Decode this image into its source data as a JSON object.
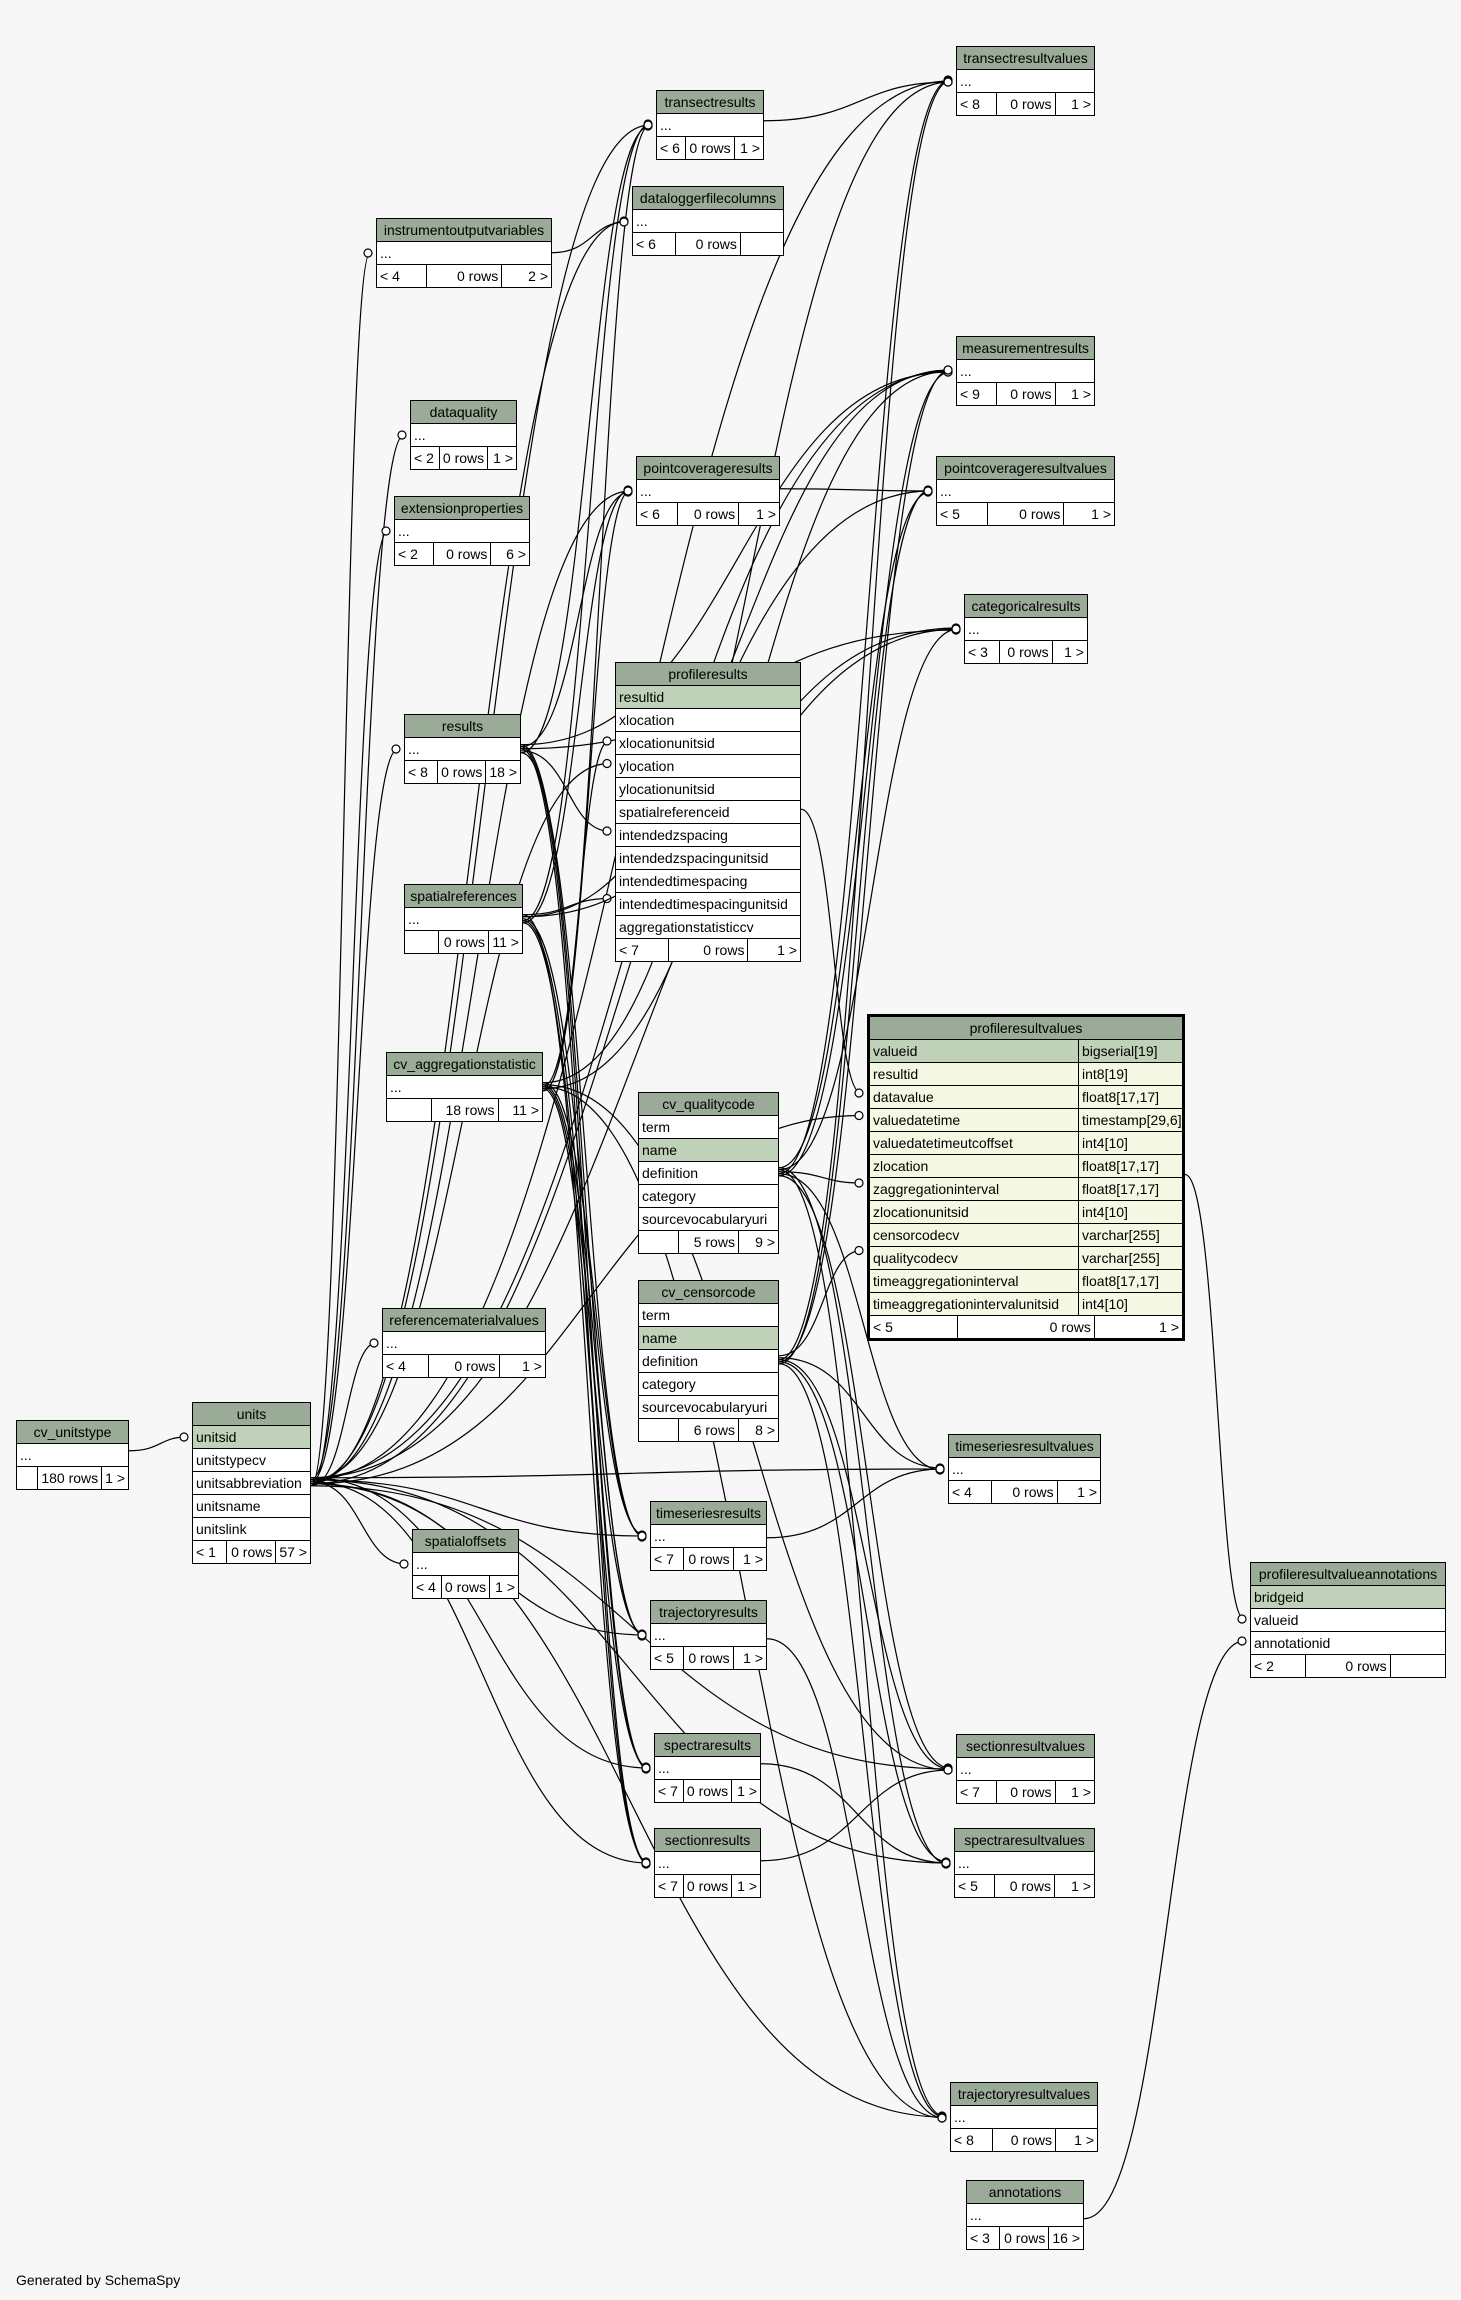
{
  "footer": "Generated by SchemaSpy",
  "tables": [
    {
      "id": "transectresultvalues",
      "name": "transectresultvalues",
      "cols": [
        {
          "t": "..."
        }
      ],
      "f": [
        "< 8",
        "0 rows",
        "1 >"
      ]
    },
    {
      "id": "transectresults",
      "name": "transectresults",
      "cols": [
        {
          "t": "..."
        }
      ],
      "f": [
        "< 6",
        "0 rows",
        "1 >"
      ]
    },
    {
      "id": "dataloggerfilecolumns",
      "name": "dataloggerfilecolumns",
      "cols": [
        {
          "t": "..."
        }
      ],
      "f": [
        "< 6",
        "0 rows",
        ""
      ]
    },
    {
      "id": "instrumentoutputvariables",
      "name": "instrumentoutputvariables",
      "cols": [
        {
          "t": "..."
        }
      ],
      "f": [
        "< 4",
        "0 rows",
        "2 >"
      ]
    },
    {
      "id": "measurementresults",
      "name": "measurementresults",
      "cols": [
        {
          "t": "..."
        }
      ],
      "f": [
        "< 9",
        "0 rows",
        "1 >"
      ]
    },
    {
      "id": "dataquality",
      "name": "dataquality",
      "cols": [
        {
          "t": "..."
        }
      ],
      "f": [
        "< 2",
        "0 rows",
        "1 >"
      ]
    },
    {
      "id": "pointcoverageresults",
      "name": "pointcoverageresults",
      "cols": [
        {
          "t": "..."
        }
      ],
      "f": [
        "< 6",
        "0 rows",
        "1 >"
      ]
    },
    {
      "id": "pointcoverageresultvalues",
      "name": "pointcoverageresultvalues",
      "cols": [
        {
          "t": "..."
        }
      ],
      "f": [
        "< 5",
        "0 rows",
        "1 >"
      ]
    },
    {
      "id": "extensionproperties",
      "name": "extensionproperties",
      "cols": [
        {
          "t": "..."
        }
      ],
      "f": [
        "< 2",
        "0 rows",
        "6 >"
      ]
    },
    {
      "id": "categoricalresults",
      "name": "categoricalresults",
      "cols": [
        {
          "t": "..."
        }
      ],
      "f": [
        "< 3",
        "0 rows",
        "1 >"
      ]
    },
    {
      "id": "profileresults",
      "name": "profileresults",
      "cols": [
        {
          "t": "resultid",
          "k": "pk"
        },
        {
          "t": "xlocation"
        },
        {
          "t": "xlocationunitsid"
        },
        {
          "t": "ylocation"
        },
        {
          "t": "ylocationunitsid"
        },
        {
          "t": "spatialreferenceid"
        },
        {
          "t": "intendedzspacing"
        },
        {
          "t": "intendedzspacingunitsid"
        },
        {
          "t": "intendedtimespacing"
        },
        {
          "t": "intendedtimespacingunitsid"
        },
        {
          "t": "aggregationstatisticcv"
        }
      ],
      "f": [
        "< 7",
        "0 rows",
        "1 >"
      ]
    },
    {
      "id": "results",
      "name": "results",
      "cols": [
        {
          "t": "..."
        }
      ],
      "f": [
        "< 8",
        "0 rows",
        "18 >"
      ]
    },
    {
      "id": "spatialreferences",
      "name": "spatialreferences",
      "cols": [
        {
          "t": "..."
        }
      ],
      "f": [
        "",
        "0 rows",
        "11 >"
      ]
    },
    {
      "id": "profileresultvalues",
      "name": "profileresultvalues",
      "focus": true,
      "cols": [
        {
          "t": "valueid",
          "ty": "bigserial[19]",
          "k": "pk"
        },
        {
          "t": "resultid",
          "ty": "int8[19]",
          "k": "fk"
        },
        {
          "t": "datavalue",
          "ty": "float8[17,17]",
          "k": "fk"
        },
        {
          "t": "valuedatetime",
          "ty": "timestamp[29,6]",
          "k": "fk"
        },
        {
          "t": "valuedatetimeutcoffset",
          "ty": "int4[10]",
          "k": "fk"
        },
        {
          "t": "zlocation",
          "ty": "float8[17,17]",
          "k": "fk"
        },
        {
          "t": "zaggregationinterval",
          "ty": "float8[17,17]",
          "k": "fk"
        },
        {
          "t": "zlocationunitsid",
          "ty": "int4[10]",
          "k": "fk"
        },
        {
          "t": "censorcodecv",
          "ty": "varchar[255]",
          "k": "fk"
        },
        {
          "t": "qualitycodecv",
          "ty": "varchar[255]",
          "k": "fk"
        },
        {
          "t": "timeaggregationinterval",
          "ty": "float8[17,17]",
          "k": "fk"
        },
        {
          "t": "timeaggregationintervalunitsid",
          "ty": "int4[10]",
          "k": "fk"
        }
      ],
      "f": [
        "< 5",
        "0 rows",
        "1 >"
      ]
    },
    {
      "id": "cv_aggregationstatistic",
      "name": "cv_aggregationstatistic",
      "cols": [
        {
          "t": "..."
        }
      ],
      "f": [
        "",
        "18 rows",
        "11 >"
      ]
    },
    {
      "id": "cv_qualitycode",
      "name": "cv_qualitycode",
      "cols": [
        {
          "t": "term"
        },
        {
          "t": "name",
          "k": "pk"
        },
        {
          "t": "definition"
        },
        {
          "t": "category"
        },
        {
          "t": "sourcevocabularyuri"
        }
      ],
      "f": [
        "",
        "5 rows",
        "9 >"
      ]
    },
    {
      "id": "cv_censorcode",
      "name": "cv_censorcode",
      "cols": [
        {
          "t": "term"
        },
        {
          "t": "name",
          "k": "pk"
        },
        {
          "t": "definition"
        },
        {
          "t": "category"
        },
        {
          "t": "sourcevocabularyuri"
        }
      ],
      "f": [
        "",
        "6 rows",
        "8 >"
      ]
    },
    {
      "id": "referencematerialvalues",
      "name": "referencematerialvalues",
      "cols": [
        {
          "t": "..."
        }
      ],
      "f": [
        "< 4",
        "0 rows",
        "1 >"
      ]
    },
    {
      "id": "cv_unitstype",
      "name": "cv_unitstype",
      "cols": [
        {
          "t": "..."
        }
      ],
      "f": [
        "",
        "180 rows",
        "1 >"
      ]
    },
    {
      "id": "units",
      "name": "units",
      "cols": [
        {
          "t": "unitsid",
          "k": "pk"
        },
        {
          "t": "unitstypecv"
        },
        {
          "t": "unitsabbreviation"
        },
        {
          "t": "unitsname"
        },
        {
          "t": "unitslink"
        }
      ],
      "f": [
        "< 1",
        "0 rows",
        "57 >"
      ]
    },
    {
      "id": "timeseriesresultvalues",
      "name": "timeseriesresultvalues",
      "cols": [
        {
          "t": "..."
        }
      ],
      "f": [
        "< 4",
        "0 rows",
        "1 >"
      ]
    },
    {
      "id": "profileresultvalueannotations",
      "name": "profileresultvalueannotations",
      "cols": [
        {
          "t": "bridgeid",
          "k": "pk"
        },
        {
          "t": "valueid"
        },
        {
          "t": "annotationid"
        }
      ],
      "f": [
        "< 2",
        "0 rows",
        ""
      ]
    },
    {
      "id": "timeseriesresults",
      "name": "timeseriesresults",
      "cols": [
        {
          "t": "..."
        }
      ],
      "f": [
        "< 7",
        "0 rows",
        "1 >"
      ]
    },
    {
      "id": "spatialoffsets",
      "name": "spatialoffsets",
      "cols": [
        {
          "t": "..."
        }
      ],
      "f": [
        "< 4",
        "0 rows",
        "1 >"
      ]
    },
    {
      "id": "trajectoryresults",
      "name": "trajectoryresults",
      "cols": [
        {
          "t": "..."
        }
      ],
      "f": [
        "< 5",
        "0 rows",
        "1 >"
      ]
    },
    {
      "id": "sectionresultvalues",
      "name": "sectionresultvalues",
      "cols": [
        {
          "t": "..."
        }
      ],
      "f": [
        "< 7",
        "0 rows",
        "1 >"
      ]
    },
    {
      "id": "spectraresults",
      "name": "spectraresults",
      "cols": [
        {
          "t": "..."
        }
      ],
      "f": [
        "< 7",
        "0 rows",
        "1 >"
      ]
    },
    {
      "id": "spectraresultvalues",
      "name": "spectraresultvalues",
      "cols": [
        {
          "t": "..."
        }
      ],
      "f": [
        "< 5",
        "0 rows",
        "1 >"
      ]
    },
    {
      "id": "sectionresults",
      "name": "sectionresults",
      "cols": [
        {
          "t": "..."
        }
      ],
      "f": [
        "< 7",
        "0 rows",
        "1 >"
      ]
    },
    {
      "id": "trajectoryresultvalues",
      "name": "trajectoryresultvalues",
      "cols": [
        {
          "t": "..."
        }
      ],
      "f": [
        "< 8",
        "0 rows",
        "1 >"
      ]
    },
    {
      "id": "annotations",
      "name": "annotations",
      "cols": [
        {
          "t": "..."
        }
      ],
      "f": [
        "< 3",
        "0 rows",
        "16 >"
      ]
    }
  ],
  "relationships": [
    [
      "cv_unitstype",
      "units"
    ],
    [
      "units",
      "transectresultvalues"
    ],
    [
      "units",
      "transectresults"
    ],
    [
      "units",
      "dataloggerfilecolumns"
    ],
    [
      "units",
      "instrumentoutputvariables"
    ],
    [
      "units",
      "measurementresults"
    ],
    [
      "units",
      "dataquality"
    ],
    [
      "units",
      "pointcoverageresults"
    ],
    [
      "units",
      "pointcoverageresultvalues"
    ],
    [
      "units",
      "extensionproperties"
    ],
    [
      "units",
      "categoricalresults"
    ],
    [
      "units",
      "profileresults"
    ],
    [
      "units",
      "results"
    ],
    [
      "units",
      "profileresultvalues"
    ],
    [
      "units",
      "referencematerialvalues"
    ],
    [
      "units",
      "timeseriesresultvalues"
    ],
    [
      "units",
      "timeseriesresults"
    ],
    [
      "units",
      "spatialoffsets"
    ],
    [
      "units",
      "trajectoryresults"
    ],
    [
      "units",
      "sectionresultvalues"
    ],
    [
      "units",
      "spectraresults"
    ],
    [
      "units",
      "spectraresultvalues"
    ],
    [
      "units",
      "sectionresults"
    ],
    [
      "units",
      "trajectoryresultvalues"
    ],
    [
      "results",
      "transectresults"
    ],
    [
      "results",
      "measurementresults"
    ],
    [
      "results",
      "pointcoverageresults"
    ],
    [
      "results",
      "categoricalresults"
    ],
    [
      "results",
      "profileresults"
    ],
    [
      "results",
      "timeseriesresults"
    ],
    [
      "results",
      "trajectoryresults"
    ],
    [
      "results",
      "spectraresults"
    ],
    [
      "results",
      "sectionresults"
    ],
    [
      "spatialreferences",
      "transectresults"
    ],
    [
      "spatialreferences",
      "pointcoverageresults"
    ],
    [
      "spatialreferences",
      "profileresults"
    ],
    [
      "spatialreferences",
      "categoricalresults"
    ],
    [
      "spatialreferences",
      "timeseriesresults"
    ],
    [
      "spatialreferences",
      "trajectoryresults"
    ],
    [
      "spatialreferences",
      "spectraresults"
    ],
    [
      "spatialreferences",
      "sectionresults"
    ],
    [
      "spatialreferences",
      "measurementresults"
    ],
    [
      "cv_aggregationstatistic",
      "transectresults"
    ],
    [
      "cv_aggregationstatistic",
      "measurementresults"
    ],
    [
      "cv_aggregationstatistic",
      "profileresults"
    ],
    [
      "cv_aggregationstatistic",
      "timeseriesresults"
    ],
    [
      "cv_aggregationstatistic",
      "trajectoryresults"
    ],
    [
      "cv_aggregationstatistic",
      "spectraresults"
    ],
    [
      "cv_aggregationstatistic",
      "sectionresults"
    ],
    [
      "cv_aggregationstatistic",
      "pointcoverageresults"
    ],
    [
      "cv_aggregationstatistic",
      "transectresultvalues"
    ],
    [
      "cv_aggregationstatistic",
      "sectionresultvalues"
    ],
    [
      "cv_aggregationstatistic",
      "trajectoryresultvalues"
    ],
    [
      "cv_qualitycode",
      "transectresultvalues"
    ],
    [
      "cv_qualitycode",
      "measurementresults"
    ],
    [
      "cv_qualitycode",
      "pointcoverageresultvalues"
    ],
    [
      "cv_qualitycode",
      "categoricalresults"
    ],
    [
      "cv_qualitycode",
      "profileresultvalues"
    ],
    [
      "cv_qualitycode",
      "timeseriesresultvalues"
    ],
    [
      "cv_qualitycode",
      "sectionresultvalues"
    ],
    [
      "cv_qualitycode",
      "spectraresultvalues"
    ],
    [
      "cv_qualitycode",
      "trajectoryresultvalues"
    ],
    [
      "cv_censorcode",
      "transectresultvalues"
    ],
    [
      "cv_censorcode",
      "measurementresults"
    ],
    [
      "cv_censorcode",
      "pointcoverageresultvalues"
    ],
    [
      "cv_censorcode",
      "profileresultvalues"
    ],
    [
      "cv_censorcode",
      "timeseriesresultvalues"
    ],
    [
      "cv_censorcode",
      "sectionresultvalues"
    ],
    [
      "cv_censorcode",
      "spectraresultvalues"
    ],
    [
      "cv_censorcode",
      "trajectoryresultvalues"
    ],
    [
      "transectresults",
      "transectresultvalues"
    ],
    [
      "pointcoverageresults",
      "pointcoverageresultvalues"
    ],
    [
      "profileresults",
      "profileresultvalues"
    ],
    [
      "timeseriesresults",
      "timeseriesresultvalues"
    ],
    [
      "trajectoryresults",
      "trajectoryresultvalues"
    ],
    [
      "spectraresults",
      "spectraresultvalues"
    ],
    [
      "sectionresults",
      "sectionresultvalues"
    ],
    [
      "instrumentoutputvariables",
      "dataloggerfilecolumns"
    ],
    [
      "profileresultvalues",
      "profileresultvalueannotations"
    ],
    [
      "annotations",
      "profileresultvalueannotations"
    ]
  ]
}
